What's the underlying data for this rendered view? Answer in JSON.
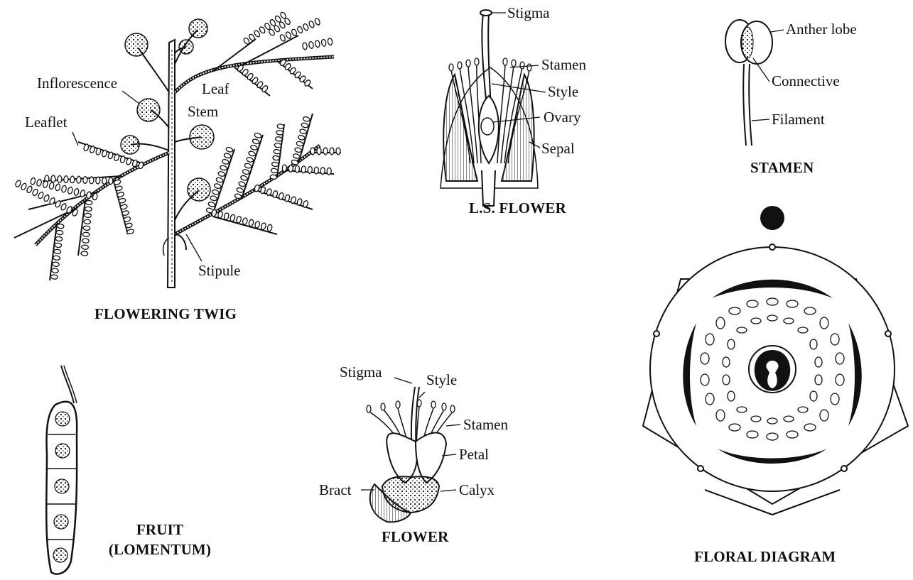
{
  "twig": {
    "title": "FLOWERING TWIG",
    "labels": {
      "inflorescence": "Inflorescence",
      "leaf": "Leaf",
      "stem": "Stem",
      "leaflet": "Leaflet",
      "stipule": "Stipule"
    }
  },
  "ls_flower": {
    "title": "L.S. FLOWER",
    "labels": {
      "stigma": "Stigma",
      "stamen": "Stamen",
      "style": "Style",
      "ovary": "Ovary",
      "sepal": "Sepal"
    }
  },
  "stamen": {
    "title": "STAMEN",
    "labels": {
      "anther_lobe": "Anther lobe",
      "connective": "Connective",
      "filament": "Filament"
    }
  },
  "flower": {
    "title": "FLOWER",
    "labels": {
      "stigma": "Stigma",
      "style": "Style",
      "stamen": "Stamen",
      "petal": "Petal",
      "bract": "Bract",
      "calyx": "Calyx"
    }
  },
  "fruit": {
    "title_line1": "FRUIT",
    "title_line2": "(LOMENTUM)"
  },
  "floral_diagram": {
    "title": "FLORAL DIAGRAM"
  }
}
